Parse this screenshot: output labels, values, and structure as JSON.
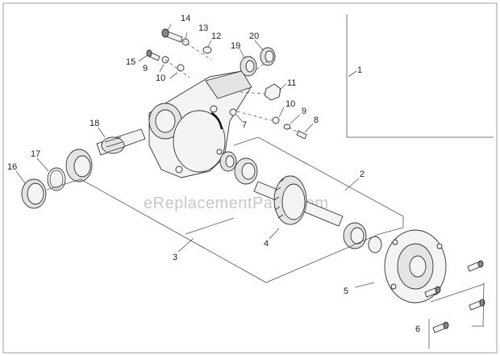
{
  "watermark": "eReplacementParts.com",
  "callouts": {
    "c1": "1",
    "c2": "2",
    "c3": "3",
    "c4": "4",
    "c5": "5",
    "c6": "6",
    "c7": "7",
    "c8": "8",
    "c9a": "9",
    "c9b": "9",
    "c10a": "10",
    "c10b": "10",
    "c11": "11",
    "c12": "12",
    "c13": "13",
    "c14": "14",
    "c15": "15",
    "c16": "16",
    "c17": "17",
    "c18": "18",
    "c19": "19",
    "c20": "20"
  }
}
